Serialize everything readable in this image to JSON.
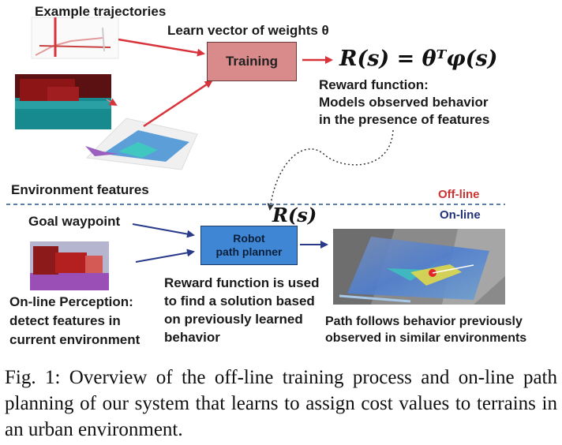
{
  "labels": {
    "example_trajectories": "Example trajectories",
    "learn_vector": "Learn vector of weights θ",
    "environment_features": "Environment features",
    "reward_function_title": "Reward function:",
    "reward_function_line2": "Models observed behavior",
    "reward_function_line3": "in the presence of features",
    "offline": "Off-line",
    "online": "On-line",
    "goal_waypoint": "Goal waypoint",
    "online_perception_1": "On-line Perception:",
    "online_perception_2": "detect features in",
    "online_perception_3": "current environment",
    "reward_used_1": "Reward function is used",
    "reward_used_2": "to find a solution based",
    "reward_used_3": "on previously learned",
    "reward_used_4": "behavior",
    "path_follows_1": "Path follows behavior previously",
    "path_follows_2": "observed in similar environments"
  },
  "boxes": {
    "training": "Training",
    "planner_line1": "Robot",
    "planner_line2": "path planner"
  },
  "equations": {
    "reward_main": "R(s) = θᵀφ(s)",
    "reward_short": "R(s)"
  },
  "caption": "Fig. 1: Overview of the off-line training process and on-line path planning of our system that learns to assign cost values to terrains in an urban environment.",
  "colors": {
    "training_box": "#d98a8a",
    "planner_box": "#3f86d4",
    "offline_label": "#cc3333",
    "online_label": "#223377",
    "red_arrow": "#d8333a",
    "blue_arrow": "#2a3a8a",
    "divider": "#5a7fa6"
  }
}
